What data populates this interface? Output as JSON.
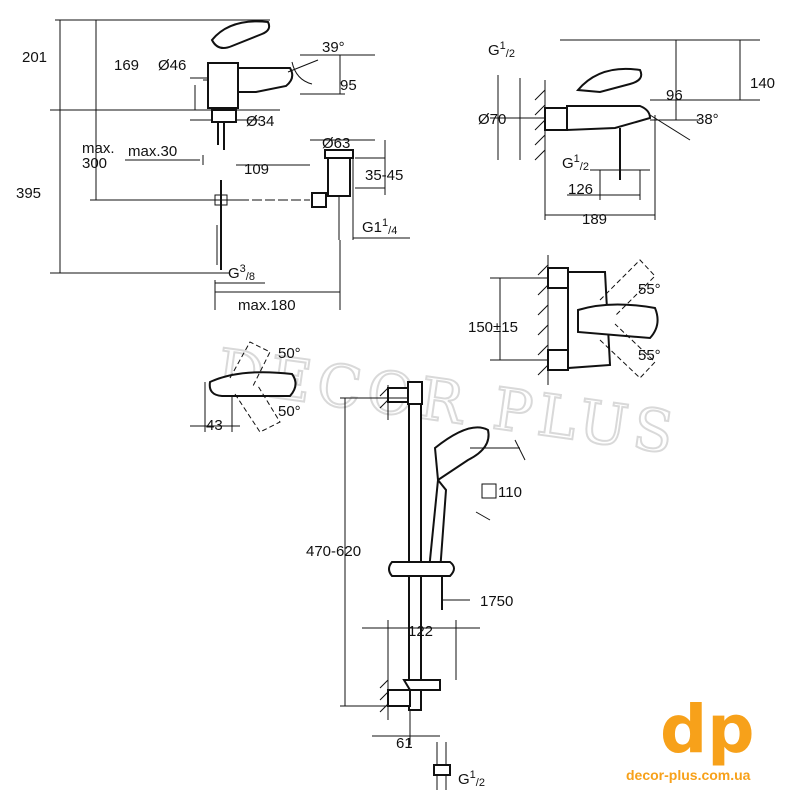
{
  "watermark": "DECOR PLUS",
  "logo": {
    "mark": "dp",
    "url": "decor-plus.com.ua",
    "color": "#f7a11a"
  },
  "dims": {
    "d201": "201",
    "d169": "169",
    "d46": "Ø46",
    "d39": "39°",
    "d95": "95",
    "d34": "Ø34",
    "max": "max.",
    "d300": "300",
    "max30": "max.30",
    "d109": "109",
    "d63": "Ø63",
    "d3545": "35-45",
    "d395": "395",
    "g114": "G1",
    "g114sup": "1",
    "g114sub": "/4",
    "g38": "G",
    "g38sup": "3",
    "g38sub": "/8",
    "max180": "max.180",
    "g12a": "G",
    "g12asup": "1",
    "g12asub": "/2",
    "d70": "Ø70",
    "d140": "140",
    "d96": "96",
    "d38": "38°",
    "g12b": "G",
    "g12bsup": "1",
    "g12bsub": "/2",
    "d126": "126",
    "d189": "189",
    "d55a": "55°",
    "d150": "150±15",
    "d55b": "55°",
    "d50a": "50°",
    "d43": "43",
    "d50b": "50°",
    "d110": "110",
    "d470": "470-620",
    "d1750": "1750",
    "d122": "122",
    "d61": "61",
    "g12c": "G",
    "g12csup": "1",
    "g12csub": "/2"
  }
}
